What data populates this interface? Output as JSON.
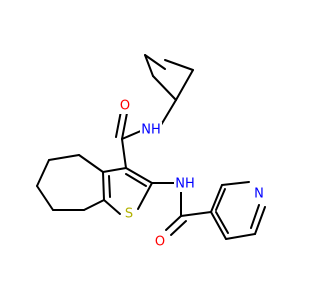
{
  "molecule": {
    "atoms": {
      "carbonyl_o_top": {
        "symbol": "O",
        "color": "#ff0000"
      },
      "amide_nh_top": {
        "symbol": "NH",
        "color": "#0000ff"
      },
      "amide_nh_bottom": {
        "symbol": "NH",
        "color": "#0000ff"
      },
      "thiophene_s": {
        "symbol": "S",
        "color": "#b2b200"
      },
      "carbonyl_o_bottom": {
        "symbol": "O",
        "color": "#ff0000"
      },
      "pyridine_n": {
        "symbol": "N",
        "color": "#0000ff"
      }
    }
  }
}
